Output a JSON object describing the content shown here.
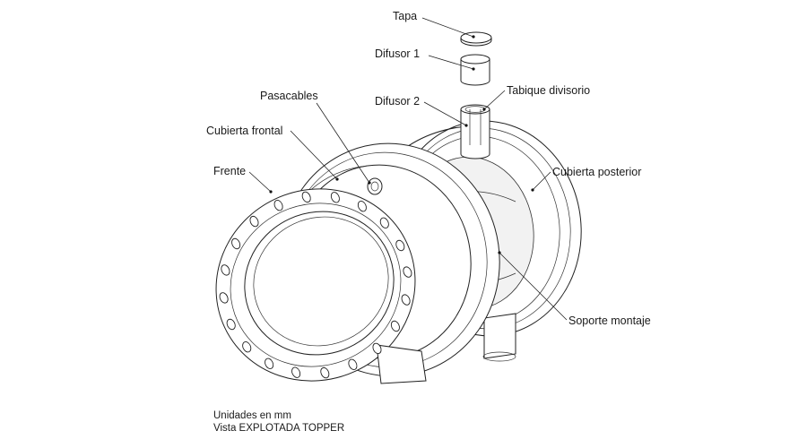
{
  "labels": {
    "tapa": "Tapa",
    "difusor1": "Difusor 1",
    "difusor2": "Difusor 2",
    "tabique": "Tabique divisorio",
    "pasacables": "Pasacables",
    "cubierta_frontal": "Cubierta frontal",
    "frente": "Frente",
    "cubierta_posterior": "Cubierta posterior",
    "soporte_montaje": "Soporte montaje"
  },
  "notes": {
    "units": "Unidades en mm",
    "view": "Vista EXPLOTADA TOPPER"
  },
  "colors": {
    "line": "#222222",
    "background": "#ffffff"
  }
}
